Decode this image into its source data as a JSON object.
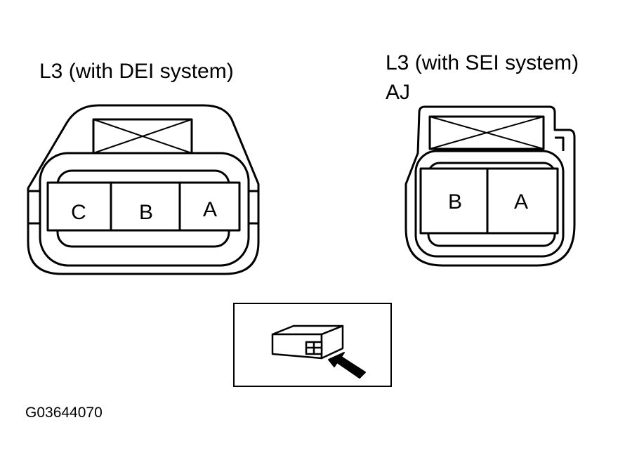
{
  "left_connector": {
    "title": "L3 (with DEI system)",
    "pins": [
      "C",
      "B",
      "A"
    ]
  },
  "right_connector": {
    "title": "L3 (with SEI system)",
    "code": "AJ",
    "pins": [
      "B",
      "A"
    ]
  },
  "figure_code": "G03644070"
}
